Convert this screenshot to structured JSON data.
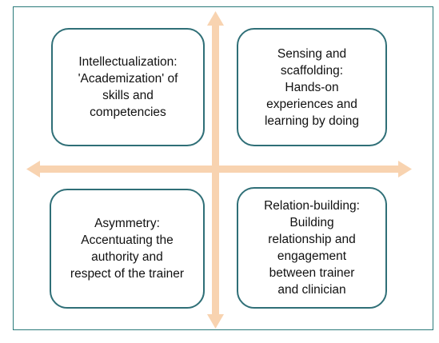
{
  "colors": {
    "arrow": "#f8d3b0",
    "box_border": "#2f6f77",
    "frame_border": "#2a7a7a"
  },
  "quadrants": {
    "top_left": "Intellectualization:\n'Academization' of\nskills and\ncompetencies",
    "top_right": "Sensing and\nscaffolding:\nHands-on\nexperiences and\nlearning by doing",
    "bottom_left": "Asymmetry:\nAccentuating the\nauthority and\nrespect of the trainer",
    "bottom_right": "Relation-building:\nBuilding\nrelationship and\nengagement\nbetween trainer\nand clinician"
  }
}
